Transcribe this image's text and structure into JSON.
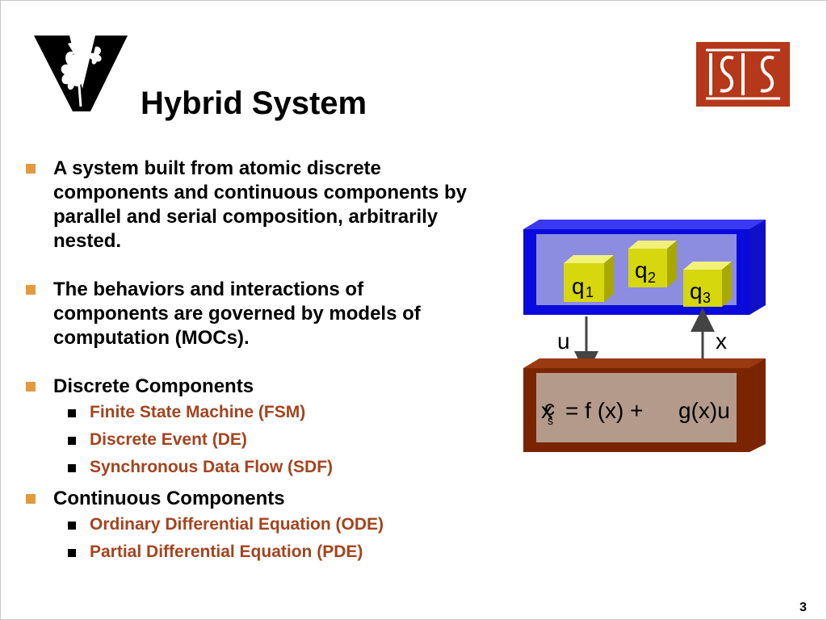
{
  "slide": {
    "title": "Hybrid System",
    "page_number": "3"
  },
  "logos": {
    "left": "vanderbilt-v-logo",
    "right": "isis-logo"
  },
  "bullets": [
    {
      "text": "A system built from atomic discrete components and continuous components by parallel and serial composition, arbitrarily nested."
    },
    {
      "text": "The behaviors and interactions of components are governed by models of computation (MOCs)."
    },
    {
      "text": "Discrete Components",
      "children": [
        "Finite State Machine (FSM)",
        "Discrete Event (DE)",
        "Synchronous Data Flow (SDF)"
      ]
    },
    {
      "text": "Continuous Components",
      "children": [
        "Ordinary Differential Equation (ODE)",
        "Partial Differential Equation (PDE)"
      ]
    }
  ],
  "diagram": {
    "states": [
      {
        "letter": "q",
        "sub": "1"
      },
      {
        "letter": "q",
        "sub": "2"
      },
      {
        "letter": "q",
        "sub": "3"
      }
    ],
    "input_label": "u",
    "output_label": "x",
    "equation": {
      "lhs": "x",
      "dot_char": "ç",
      "lhs_sub": "s",
      "rhs_f": "= f (x) +",
      "rhs_g": "g(x)u"
    }
  },
  "colors": {
    "bullet_marker": "#e39a3b",
    "sub_bullet_text": "#a3441f",
    "discrete_box_border": "#0a0adc",
    "discrete_box_fill": "#8c8ce0",
    "continuous_box_border": "#7a2500",
    "continuous_box_fill": "#b49a8a",
    "state_cube": "#d7d70e",
    "isis_red": "#b5381a"
  }
}
